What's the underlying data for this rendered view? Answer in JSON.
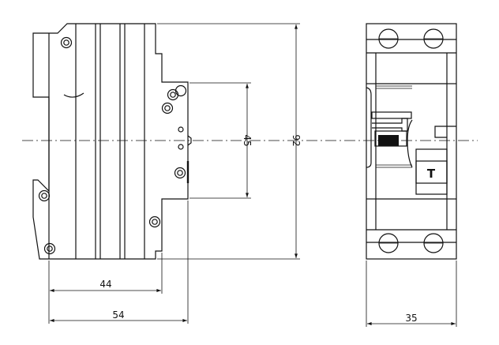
{
  "dimensions": {
    "depth_inner": "44",
    "depth_total": "54",
    "height_total": "92",
    "rail_height": "45",
    "width": "35"
  },
  "test_button_symbol": "T",
  "colors": {
    "line": "#111111",
    "background": "#ffffff",
    "fill_block": "#111111"
  }
}
